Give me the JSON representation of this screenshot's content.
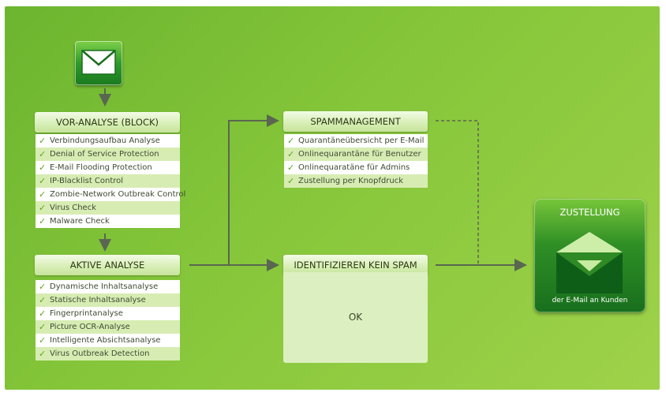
{
  "pre_analysis": {
    "title": "VOR-ANALYSE (BLOCK)",
    "items": [
      "Verbindungsaufbau Analyse",
      "Denial of Service Protection",
      "E-Mail Flooding Protection",
      "IP-Blacklist Control",
      "Zombie-Network Outbreak Control",
      "Virus Check",
      "Malware Check"
    ]
  },
  "active_analysis": {
    "title": "AKTIVE ANALYSE",
    "items": [
      "Dynamische Inhaltsanalyse",
      "Statische Inhaltsanalyse",
      "Fingerprintanalyse",
      "Picture OCR-Analyse",
      "Intelligente Absichtsanalyse",
      "Virus Outbreak Detection"
    ]
  },
  "spam_management": {
    "title": "SPAMMANAGEMENT",
    "items": [
      "Quarantäneübersicht per E-Mail",
      "Onlinequarantäne für Benutzer",
      "Onlinequaratäne für Admins",
      "Zustellung per Knopfdruck"
    ]
  },
  "no_spam": {
    "title": "IDENTIFIZIEREN KEIN SPAM",
    "result": "OK"
  },
  "delivery": {
    "title": "ZUSTELLUNG",
    "subtitle": "der E-Mail an Kunden"
  },
  "icons": {
    "check": "✓",
    "incoming_mail": "envelope-icon",
    "delivery_mail": "open-envelope-icon"
  },
  "colors": {
    "background": "#86c63a",
    "header": "#d9efb8",
    "row_alt": "#d7ecb3",
    "check": "#5aa51f",
    "delivery": "#2f8f25",
    "arrow": "#5a6650"
  }
}
